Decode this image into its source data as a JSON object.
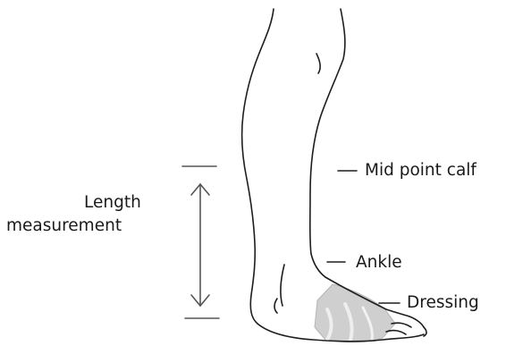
{
  "labels": {
    "length_line1": "Length",
    "length_line2": "measurement",
    "mid_point_calf": "Mid point calf",
    "ankle": "Ankle",
    "dressing": "Dressing"
  },
  "colors": {
    "outline": "#1e1e1e",
    "marker": "#555555",
    "dressing_fill": "#cfcfcf",
    "text": "#1a1a1a"
  }
}
